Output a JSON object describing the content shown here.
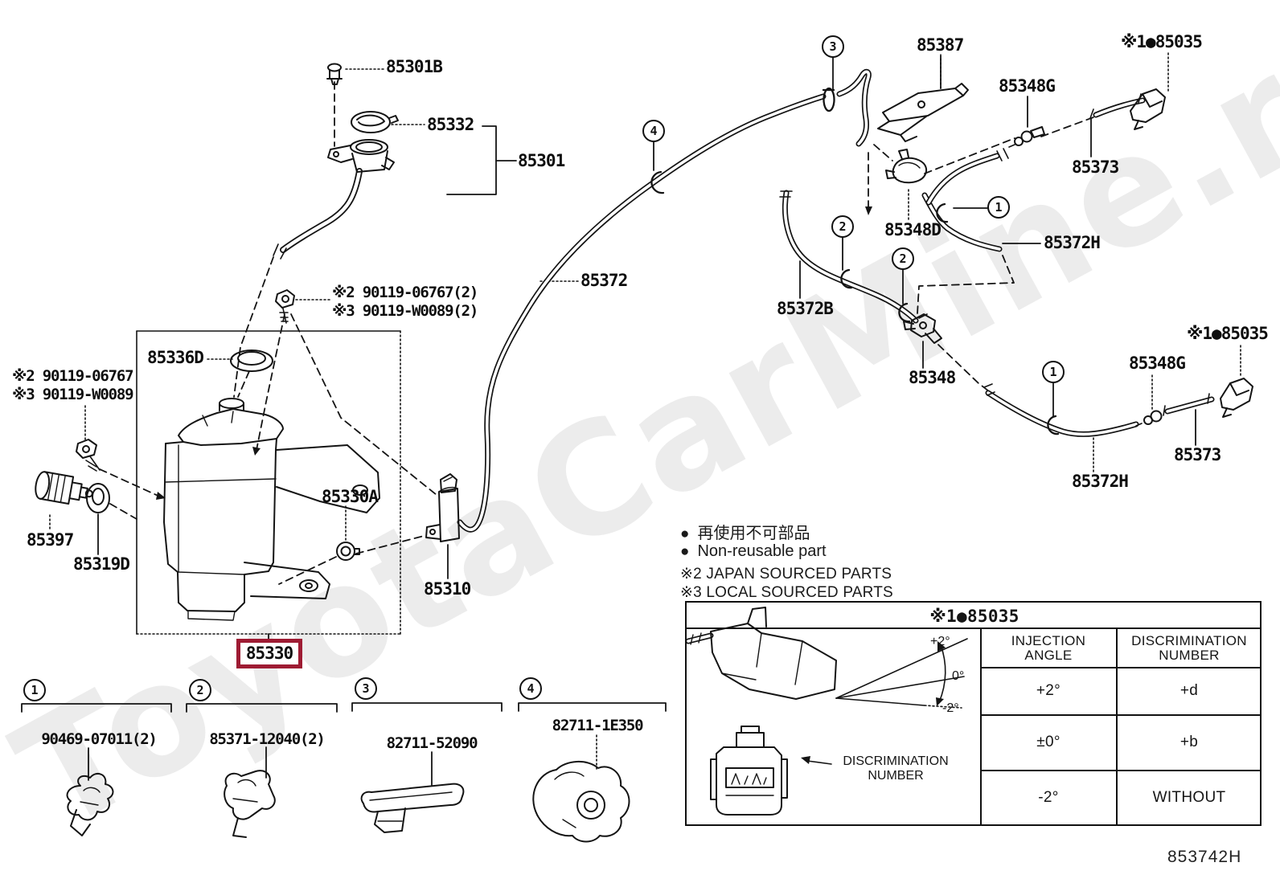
{
  "watermark": {
    "text": "ToyotaCarMine.ru"
  },
  "colors": {
    "highlight": "#9e1b33",
    "line": "#141414",
    "watermark": "#ececec"
  },
  "parts": {
    "p85301B": "85301B",
    "p85332": "85332",
    "p85301": "85301",
    "note_mid_1": "※2 90119-06767(2)",
    "note_mid_2": "※3 90119-W0089(2)",
    "p85336D": "85336D",
    "note_left_1": "※2 90119-06767",
    "note_left_2": "※3 90119-W0089",
    "p85397": "85397",
    "p85319D": "85319D",
    "p85330A": "85330A",
    "p85310": "85310",
    "p85330": "85330",
    "p85372": "85372",
    "p85387": "85387",
    "p85035_top": "※1●85035",
    "p85348G_top": "85348G",
    "p85373_top": "85373",
    "p85348D": "85348D",
    "p85372H_top": "85372H",
    "p85372B": "85372B",
    "p85348": "85348",
    "p85035_bottom": "※1●85035",
    "p85348G_bottom": "85348G",
    "p85373_bottom": "85373",
    "p85372H_bottom": "85372H"
  },
  "markers": {
    "c3": "3",
    "c4": "4",
    "c2a": "2",
    "c2b": "2",
    "c1a": "1",
    "c1b": "1"
  },
  "callouts": [
    {
      "num": "1",
      "part": "90469-07011(2)"
    },
    {
      "num": "2",
      "part": "85371-12040(2)"
    },
    {
      "num": "3",
      "part": "82711-52090"
    },
    {
      "num": "4",
      "part": "82711-1E350"
    }
  ],
  "legend": {
    "bullet": "●",
    "jp": "再使用不可部品",
    "en": "Non-reusable part",
    "note2": "※2 JAPAN SOURCED PARTS",
    "note3": "※3 LOCAL SOURCED PARTS"
  },
  "table": {
    "title": "※1●85035",
    "col_angle_1": "INJECTION",
    "col_angle_2": "ANGLE",
    "col_disc_1": "DISCRIMINATION",
    "col_disc_2": "NUMBER",
    "rows": [
      {
        "angle": "+2°",
        "disc": "+d"
      },
      {
        "angle": "±0°",
        "disc": "+b"
      },
      {
        "angle": "-2°",
        "disc": "WITHOUT"
      }
    ],
    "figure": {
      "plus2": "+2°",
      "zero": "0°",
      "minus2": "-2°",
      "disc_1": "DISCRIMINATION",
      "disc_2": "NUMBER"
    }
  },
  "drawing_number": "853742H"
}
